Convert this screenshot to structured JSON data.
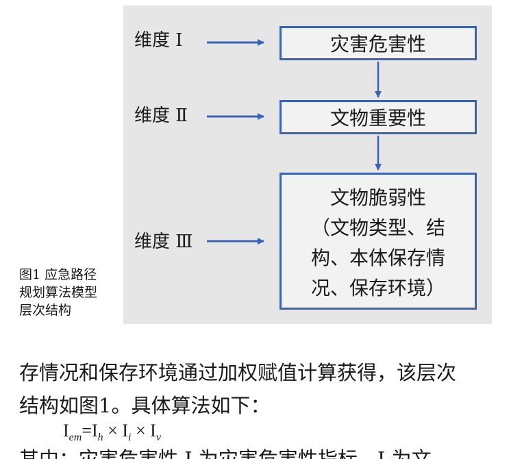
{
  "figure": {
    "dimensions": [
      {
        "label": "维度 Ⅰ",
        "target": "灾害危害性"
      },
      {
        "label": "维度 Ⅱ",
        "target": "文物重要性"
      },
      {
        "label": "维度 Ⅲ",
        "target": "文物脆弱性（文物类型、结构、本体保存情况、保存环境）"
      }
    ],
    "box1": "灾害危害性",
    "box2": "文物重要性",
    "box3_lines": [
      "文物脆弱性",
      "（文物类型、结",
      "构、本体保存情",
      "况、保存环境）"
    ],
    "colors": {
      "border": "#3b63b5",
      "arrow": "#3b63b5",
      "panel": "#e6e6e6"
    }
  },
  "caption_lines": [
    "图1 应急路径",
    "规划算法模型",
    "层次结构"
  ],
  "body_lines": [
    "存情况和保存环境通过加权赋值计算获得，该层次",
    "结构如图1。具体算法如下："
  ],
  "formula": {
    "lhs": "I",
    "lhs_sub": "em",
    "eq": "=",
    "t1": "I",
    "t1_sub": "h",
    "times": "×",
    "t2": "I",
    "t2_sub": "i",
    "t3": "I",
    "t3_sub": "v"
  },
  "cutoff_line": "其中：灾害危害性 I 为灾害危害性指标，I 为文"
}
